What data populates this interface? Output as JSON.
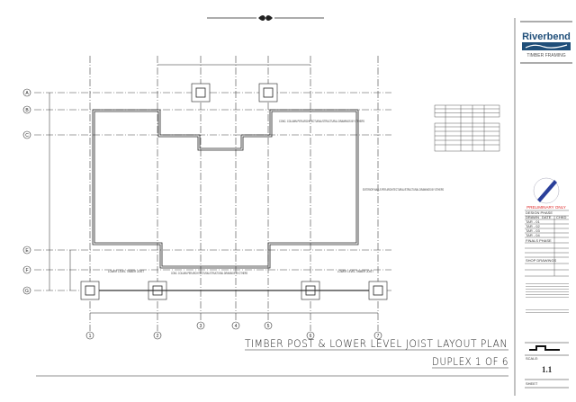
{
  "logo": {
    "name": "Riverbend",
    "sub": "TIMBER FRAMING",
    "brand_color": "#1f4e79"
  },
  "title": {
    "line1": "TIMBER POST & LOWER LEVEL JOIST LAYOUT PLAN",
    "line2": "DUPLEX 1 OF 6"
  },
  "grid": {
    "rows": [
      "A",
      "B",
      "C",
      "E",
      "F",
      "G"
    ],
    "columns": [
      "1",
      "2",
      "3",
      "4",
      "5",
      "6",
      "7"
    ]
  },
  "notes": {
    "post_note": "CONC. COLUMN PER ARCHITECTURAL/STRUCTURAL DRAWINGS BY OTHERS",
    "joist_note": "LOWER LEVEL TIMBER JOIST",
    "wall_note": "EXTERIOR WALLS PER ARCHITECTURAL/STRUCTURAL DRAWINGS BY OTHERS"
  },
  "titleblock": {
    "stamp": "PRELIMINARY ONLY",
    "design_phase": "DESIGN PHASE",
    "cols": [
      "DRAWN",
      "DATE",
      "CHKD"
    ],
    "phase_rows": [
      "TAR - 01",
      "TAR - 02",
      "TAR - 03",
      "TAR - 04"
    ],
    "finals_phase": "FINALS PHASE",
    "shop_drawings": "SHOP DRAWINGS",
    "scale_label": "SCALE:",
    "sheet_number": "1.1",
    "sheet_label": "SHEET"
  }
}
